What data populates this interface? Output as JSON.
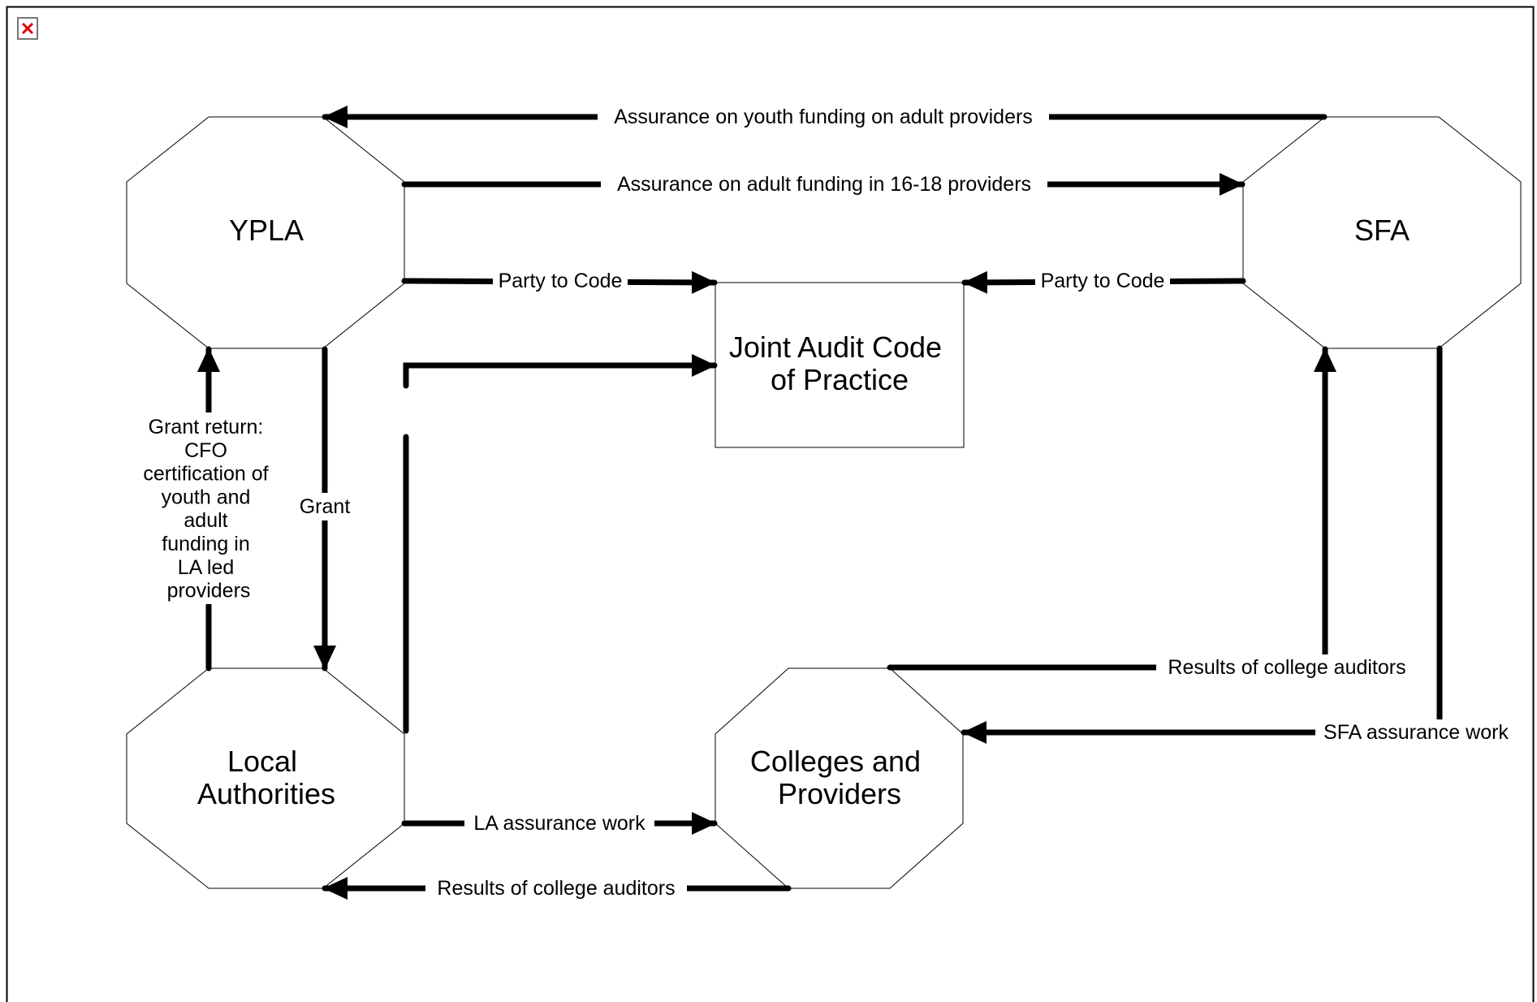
{
  "broken_image_icon": "broken-image-icon",
  "nodes": {
    "ypla": [
      "YPLA"
    ],
    "sfa": [
      "SFA"
    ],
    "local_authorities": [
      "Local",
      "Authorities"
    ],
    "colleges": [
      "Colleges and",
      "Providers"
    ],
    "joint_audit": [
      "Joint Audit Code",
      "of Practice"
    ]
  },
  "edges": {
    "assurance_youth": "Assurance on youth funding on adult providers",
    "assurance_adult": "Assurance on adult funding in 16-18 providers",
    "party_to_code_left": "Party to Code",
    "party_to_code_right": "Party to Code",
    "grant": "Grant",
    "grant_return": [
      "Grant return:",
      "CFO",
      "certification of",
      "youth and",
      "adult",
      "funding in",
      "LA led",
      "providers"
    ],
    "results_upper": "Results of college auditors",
    "sfa_assurance": "SFA assurance work",
    "la_assurance": "LA assurance work",
    "results_lower": "Results of college auditors"
  }
}
